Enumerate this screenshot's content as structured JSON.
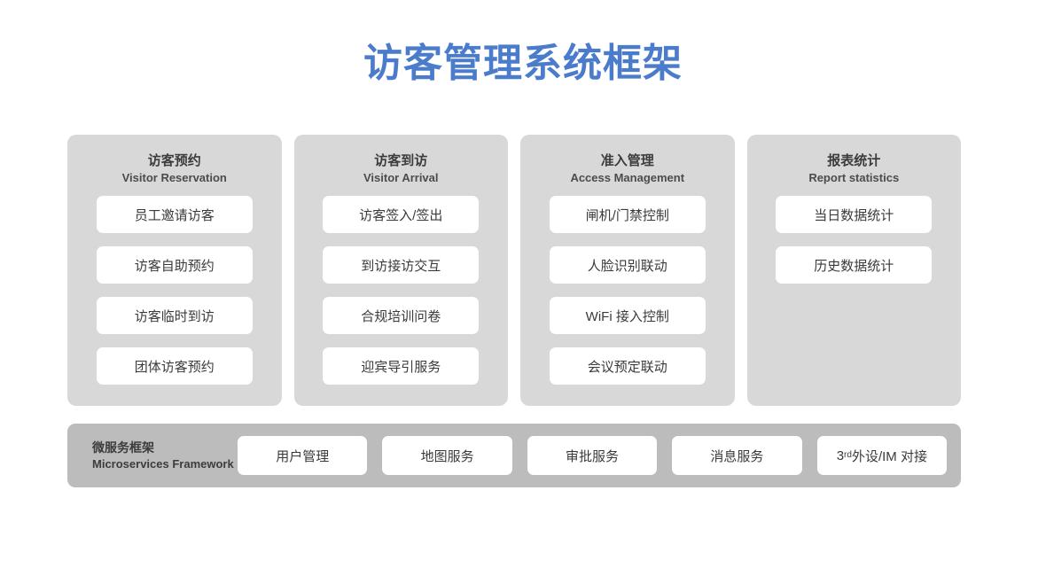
{
  "title": "访客管理系统框架",
  "colors": {
    "title_blue": "#4a7ccb",
    "column_bg": "#d8d8d8",
    "services_bar_bg": "#bcbcbc",
    "card_bg": "#ffffff",
    "text_dark": "#3a3a3a",
    "page_bg": "#ffffff"
  },
  "columns": [
    {
      "title_cn": "访客预约",
      "title_en": "Visitor Reservation",
      "items": [
        "员工邀请访客",
        "访客自助预约",
        "访客临时到访",
        "团体访客预约"
      ]
    },
    {
      "title_cn": "访客到访",
      "title_en": "Visitor Arrival",
      "items": [
        "访客签入/签出",
        "到访接访交互",
        "合规培训问卷",
        "迎宾导引服务"
      ]
    },
    {
      "title_cn": "准入管理",
      "title_en": "Access Management",
      "items": [
        "闸机/门禁控制",
        "人脸识别联动",
        "WiFi 接入控制",
        "会议预定联动"
      ]
    },
    {
      "title_cn": "报表统计",
      "title_en": "Report statistics",
      "items": [
        "当日数据统计",
        "历史数据统计"
      ]
    }
  ],
  "services_bar": {
    "label_cn": "微服务框架",
    "label_en": "Microservices Framework",
    "items": [
      {
        "text": "用户管理",
        "sup": "",
        "tail": ""
      },
      {
        "text": "地图服务",
        "sup": "",
        "tail": ""
      },
      {
        "text": "审批服务",
        "sup": "",
        "tail": ""
      },
      {
        "text": "消息服务",
        "sup": "",
        "tail": ""
      },
      {
        "text": "3",
        "sup": "rd",
        "tail": " 外设/IM 对接"
      }
    ]
  }
}
